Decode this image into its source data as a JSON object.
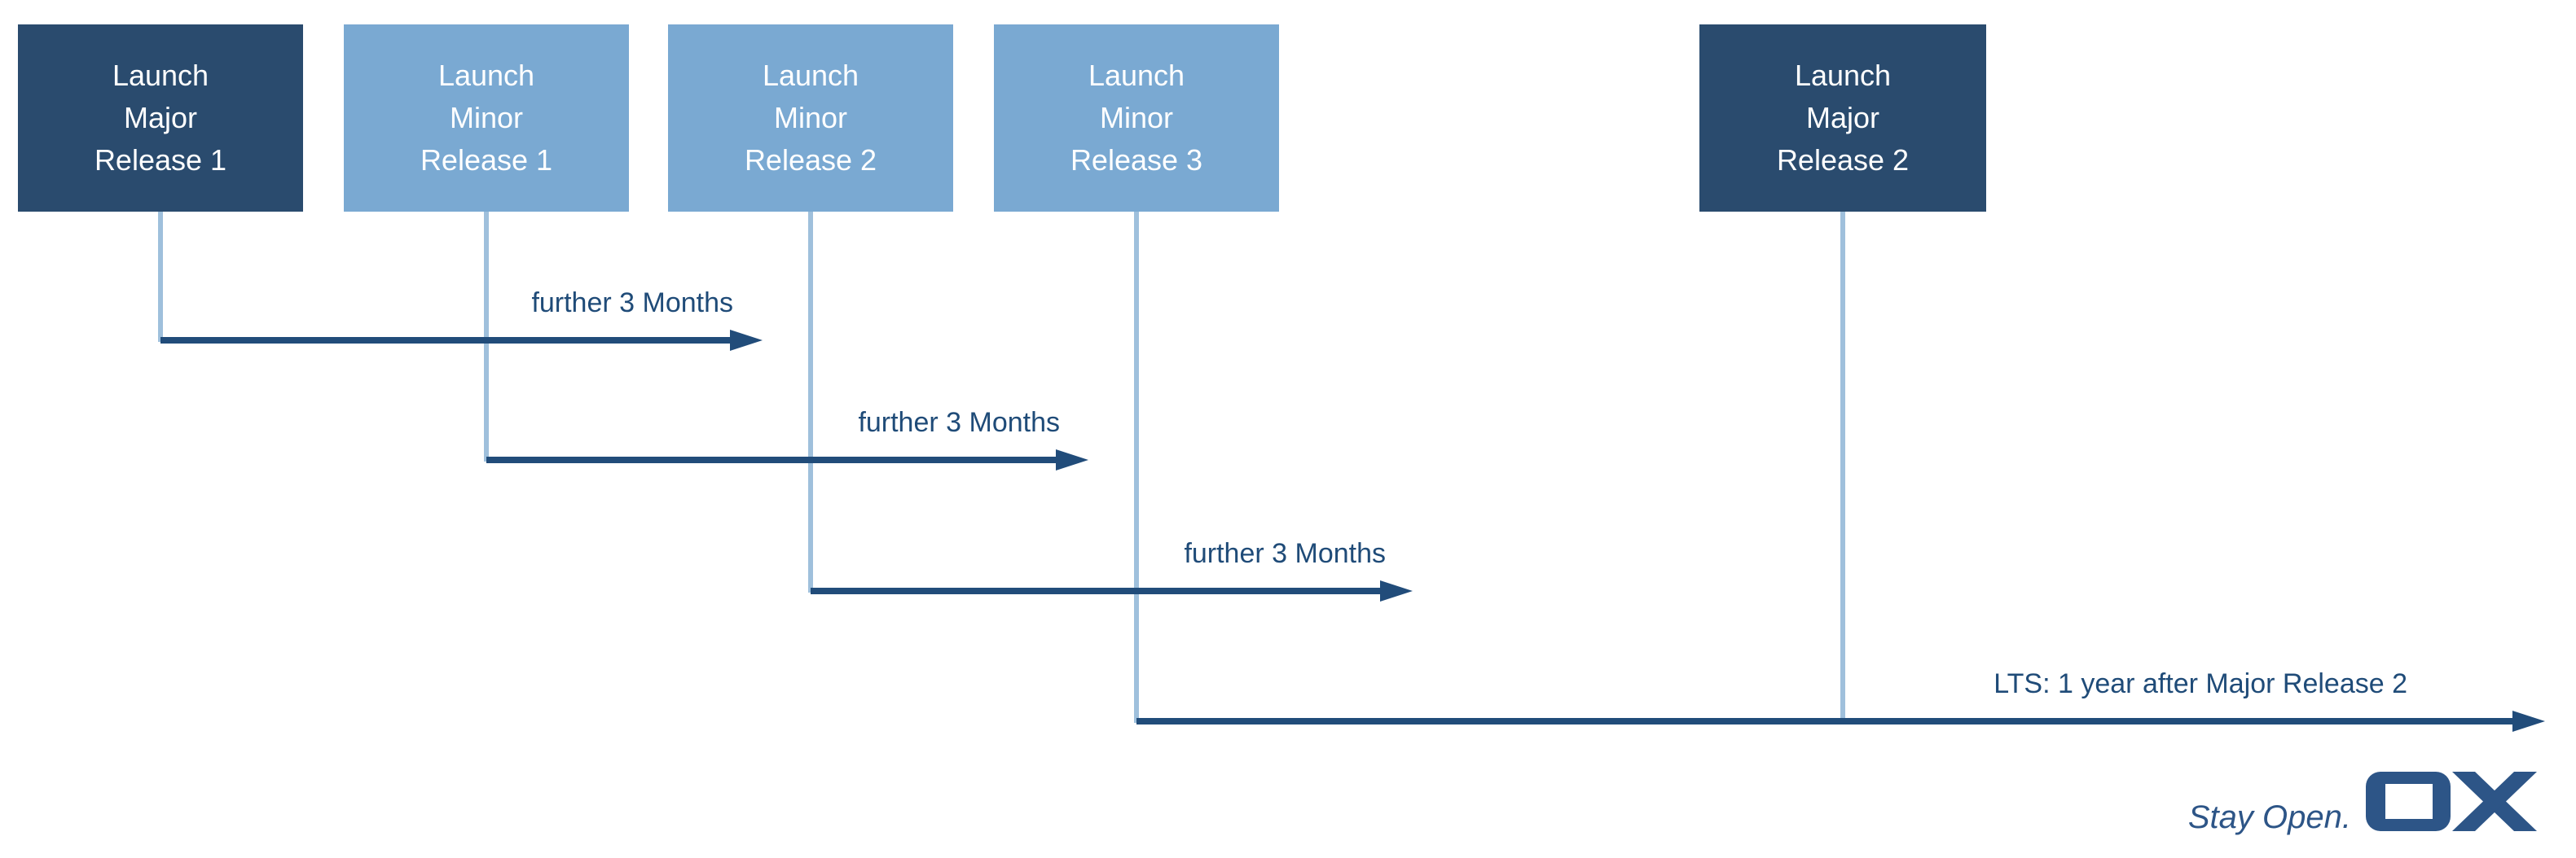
{
  "palette": {
    "background": "#ffffff",
    "major_box": "#2a4b6e",
    "minor_box": "#7aa9d2",
    "box_text": "#ffffff",
    "connector": "#9fc0dc",
    "arrow": "#214c7a",
    "label_text": "#1f4b78",
    "logo": "#2d5587"
  },
  "boxes": [
    {
      "id": "launch-major-release-1",
      "variant": "major",
      "lines": [
        "Launch",
        "Major",
        "Release 1"
      ]
    },
    {
      "id": "launch-minor-release-1",
      "variant": "minor",
      "lines": [
        "Launch",
        "Minor",
        "Release 1"
      ]
    },
    {
      "id": "launch-minor-release-2",
      "variant": "minor",
      "lines": [
        "Launch",
        "Minor",
        "Release 2"
      ]
    },
    {
      "id": "launch-minor-release-3",
      "variant": "minor",
      "lines": [
        "Launch",
        "Minor",
        "Release 3"
      ]
    },
    {
      "id": "launch-major-release-2",
      "variant": "major",
      "lines": [
        "Launch",
        "Major",
        "Release 2"
      ]
    }
  ],
  "arrows": [
    {
      "label": "further 3 Months"
    },
    {
      "label": "further 3 Months"
    },
    {
      "label": "further 3 Months"
    },
    {
      "label": "LTS: 1 year after Major Release 2"
    }
  ],
  "footer": {
    "tagline": "Stay Open.",
    "logo_text": "OX"
  }
}
